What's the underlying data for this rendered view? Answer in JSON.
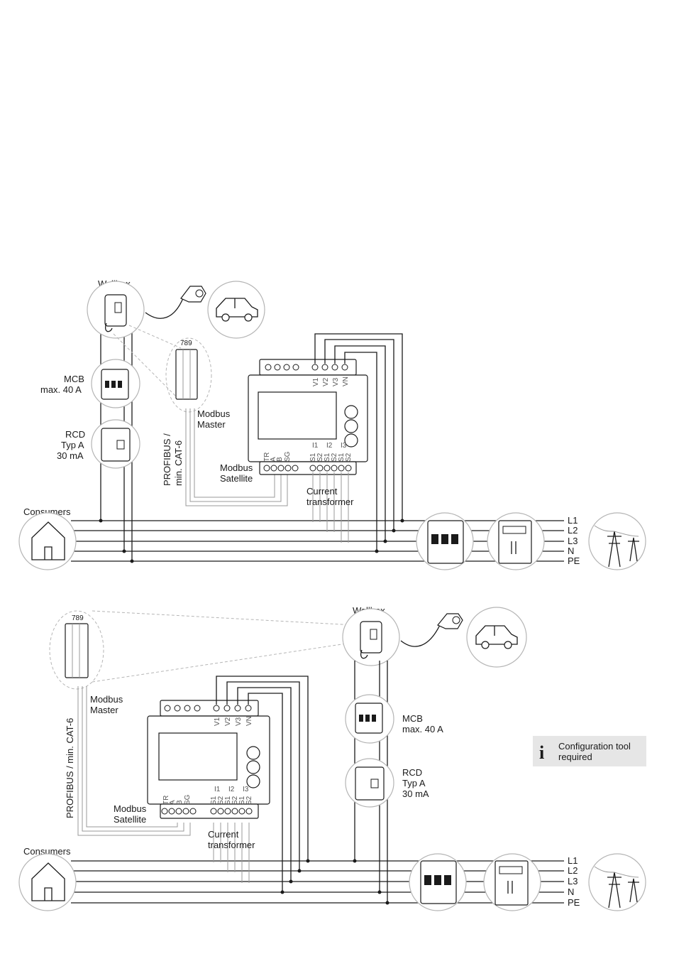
{
  "bus_lines": [
    "L1",
    "L2",
    "L3",
    "N",
    "PE"
  ],
  "diagram_top": {
    "wallbox": "Wallbox",
    "mcb": [
      "MCB",
      "max. 40 A"
    ],
    "rcd": [
      "RCD",
      "Typ A",
      "30 mA"
    ],
    "modbus_master": [
      "Modbus",
      "Master"
    ],
    "modbus_satellite": [
      "Modbus",
      "Satellite"
    ],
    "cable": [
      "PROFIBUS /",
      "min. CAT-6"
    ],
    "current_transformer": [
      "Current",
      "transformer"
    ],
    "consumers": "Consumers",
    "module_number": "789"
  },
  "diagram_bottom": {
    "wallbox": "Wallbox",
    "mcb": [
      "MCB",
      "max. 40 A"
    ],
    "rcd": [
      "RCD",
      "Typ A",
      "30 mA"
    ],
    "modbus_master": [
      "Modbus",
      "Master"
    ],
    "modbus_satellite": [
      "Modbus",
      "Satellite"
    ],
    "cable": "PROFIBUS / min. CAT-6",
    "current_transformer": [
      "Current",
      "transformer"
    ],
    "consumers": "Consumers",
    "module_number": "789"
  },
  "meter_terminals": {
    "voltage": [
      "V1",
      "V2",
      "V3",
      "VN"
    ],
    "current": [
      "I1",
      "I2",
      "I3"
    ],
    "ct_pins": [
      "S1",
      "S2",
      "S1",
      "S2",
      "S1",
      "S2"
    ],
    "bus": [
      "TR",
      "A",
      "B",
      "SG"
    ]
  },
  "config_note": {
    "icon": "info-icon",
    "icon_glyph": "i",
    "lines": [
      "Configuration tool",
      "required"
    ]
  }
}
